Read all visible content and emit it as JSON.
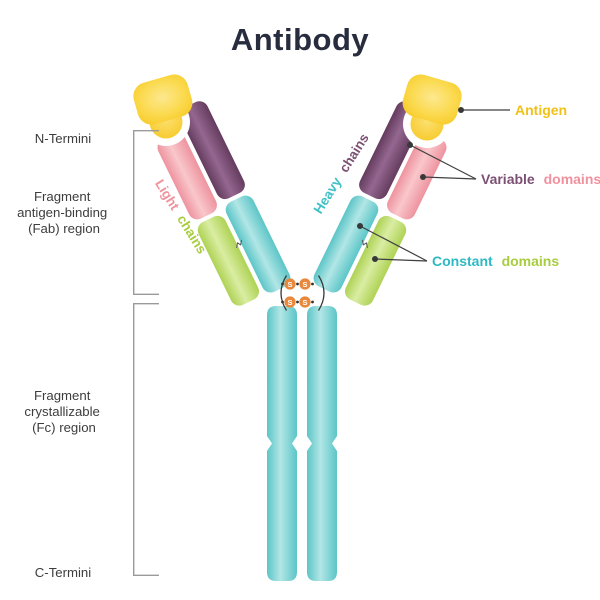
{
  "title": "Antibody",
  "left_labels": {
    "n_termini": "N-Termini",
    "fab_lines": [
      "Fragment",
      "antigen-binding",
      "(Fab) region"
    ],
    "fc_lines": [
      "Fragment",
      "crystallizable",
      "(Fc) region"
    ],
    "c_termini": "C-Termini"
  },
  "annotations": {
    "antigen": "Antigen",
    "variable_word": "Variable",
    "variable_domains_word": "domains",
    "constant_word": "Constant",
    "constant_domains_word": "domains"
  },
  "chain_labels": {
    "heavy_word": "Heavy",
    "heavy_chains_word": "chains",
    "light_word": "Light",
    "light_chains_word": "chains"
  },
  "bond_label": "S",
  "colors": {
    "title": "#272c3e",
    "side_label_text": "#3d3d3d",
    "bracket": "#9a9a9a",
    "annotation_line": "#3f3f3f",
    "antigen_yellow": "#f5c51d",
    "variable_purple": "#7b5073",
    "variable_pink": "#f0929e",
    "constant_teal": "#2eb9c4",
    "constant_green": "#a8cd3f",
    "heavy_chain_teal": "#5fc6c8",
    "light_chain_pink": "#ee939f",
    "light_chain_green": "#afd355",
    "heavy_variable_purple": "#6a4163",
    "disulfide_orange": "#e8883c"
  }
}
